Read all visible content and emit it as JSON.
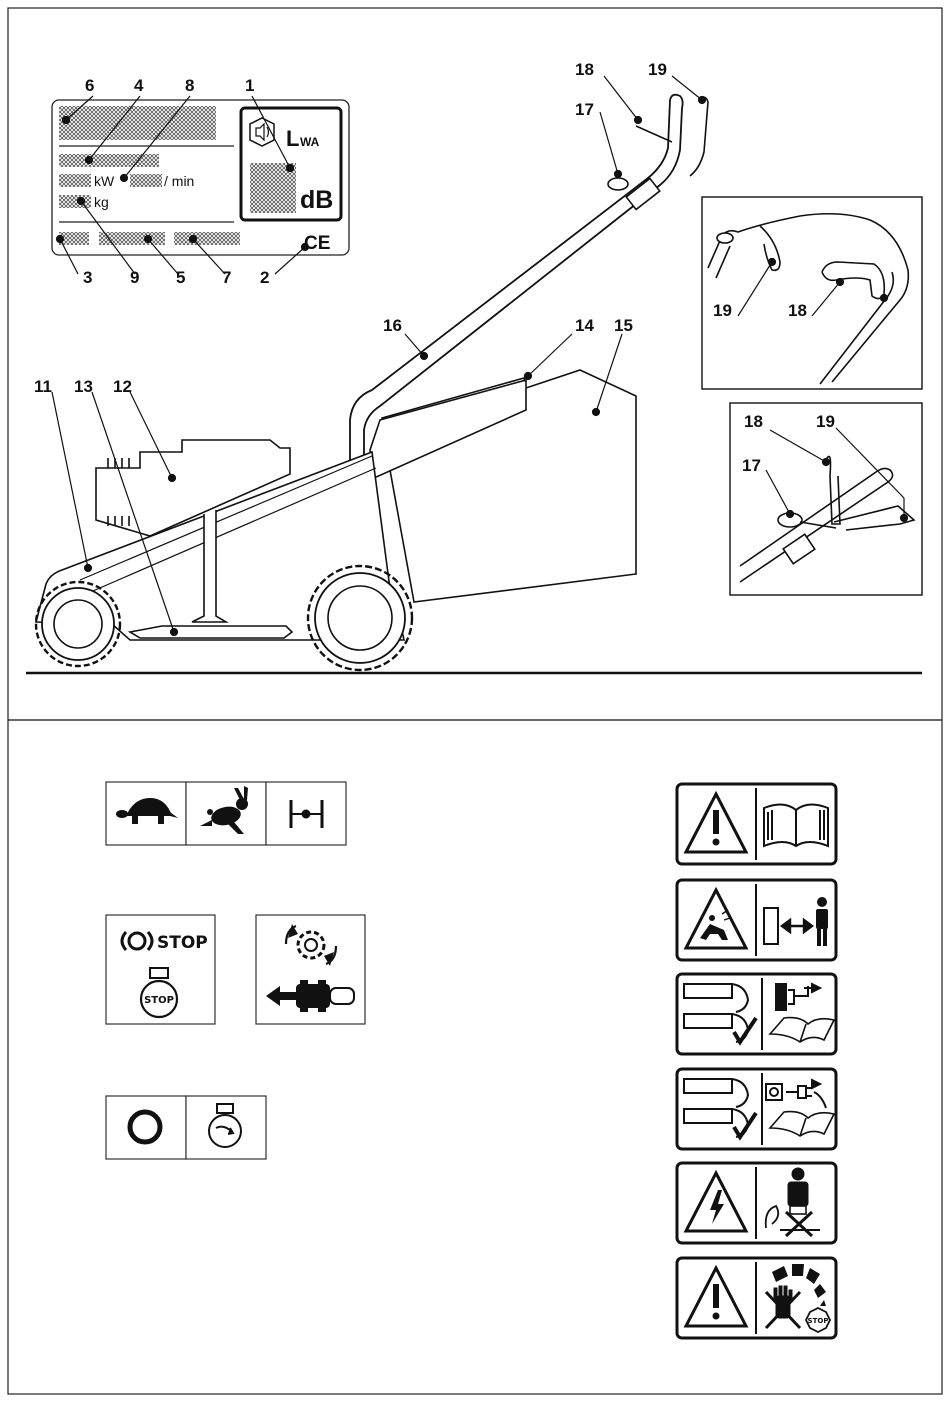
{
  "rating_plate": {
    "power_unit": "kW",
    "speed_unit": "/ min",
    "mass_unit": "kg",
    "sound_symbol_main": "L",
    "sound_symbol_sub": "WA",
    "sound_unit": "dB",
    "ce_mark": "CE"
  },
  "callouts": {
    "c1": "1",
    "c2": "2",
    "c3": "3",
    "c4": "4",
    "c5": "5",
    "c6": "6",
    "c7": "7",
    "c8": "8",
    "c9": "9",
    "c11": "11",
    "c12": "12",
    "c13": "13",
    "c14": "14",
    "c15": "15",
    "c16": "16",
    "c17": "17",
    "c18": "18",
    "c19": "19"
  },
  "detail_callouts": {
    "top_19": "19",
    "top_18": "18",
    "bottom_18": "18",
    "bottom_19": "19",
    "bottom_17": "17"
  },
  "symbols": {
    "stop_text": "STOP",
    "stop_badge": "STOP",
    "warning_stop_badge": "STOP"
  },
  "icons": {
    "speed_slow": "turtle-icon",
    "speed_fast": "rabbit-icon",
    "height_adjust": "height-adjust-icon",
    "blade_brake": "blade-brake-stop-icon",
    "engine_stop": "engine-stop-icon",
    "drive_engaged": "drive-engaged-icon",
    "off": "off-circle-icon",
    "engine_start": "engine-start-icon"
  }
}
